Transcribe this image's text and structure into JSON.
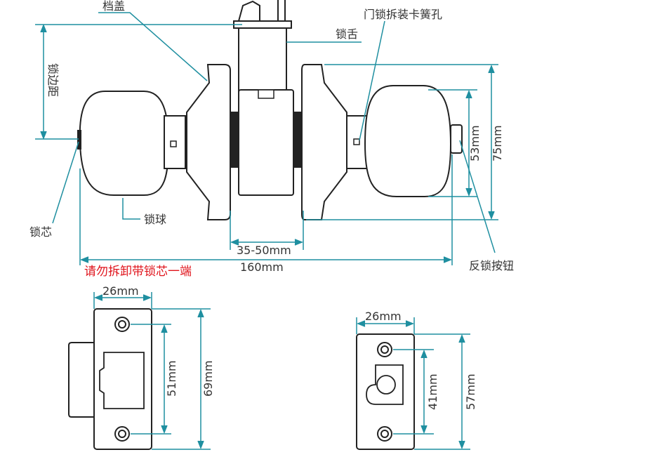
{
  "labels": {
    "cover": "档盖",
    "backset": "锁边距",
    "latch": "锁舌",
    "spring_hole": "门锁拆装卡簧孔",
    "knob": "锁球",
    "cylinder": "锁芯",
    "lock_button": "反锁按钮",
    "warning": "请勿拆卸带锁芯一端"
  },
  "dims": {
    "door_thickness": "35-50mm",
    "total_length": "160mm",
    "rose_inner": "53mm",
    "rose_outer": "75mm",
    "strike_width": "26mm",
    "strike_hole_spacing": "51mm",
    "strike_height": "69mm",
    "faceplate_width": "26mm",
    "faceplate_hole_spacing": "41mm",
    "faceplate_height": "57mm"
  },
  "colors": {
    "teal": "#1f8fa0",
    "outline": "#222222",
    "warning": "#e0141c"
  }
}
